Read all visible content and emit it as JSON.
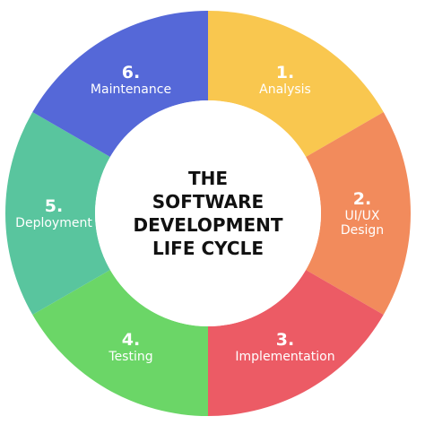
{
  "diagram": {
    "center_lines": [
      "THE",
      "SOFTWARE",
      "DEVELOPMENT",
      "LIFE CYCLE"
    ],
    "center_color": "#ffffff",
    "center_text_color": "#111111",
    "steps": [
      {
        "number": "1.",
        "lines": [
          "Analysis"
        ],
        "color": "#F9C74F",
        "icon": ""
      },
      {
        "number": "2.",
        "lines": [
          "UI/UX",
          "Design"
        ],
        "color": "#F28B5C",
        "icon": ""
      },
      {
        "number": "3.",
        "lines": [
          "Implementation"
        ],
        "color": "#EC5B65",
        "icon": ""
      },
      {
        "number": "4.",
        "lines": [
          "Testing"
        ],
        "color": "#6BD667",
        "icon": ""
      },
      {
        "number": "5.",
        "lines": [
          "Deployment"
        ],
        "color": "#59C59E",
        "icon": ""
      },
      {
        "number": "6.",
        "lines": [
          "Maintenance"
        ],
        "color": "#5568D8",
        "icon": ""
      }
    ]
  }
}
